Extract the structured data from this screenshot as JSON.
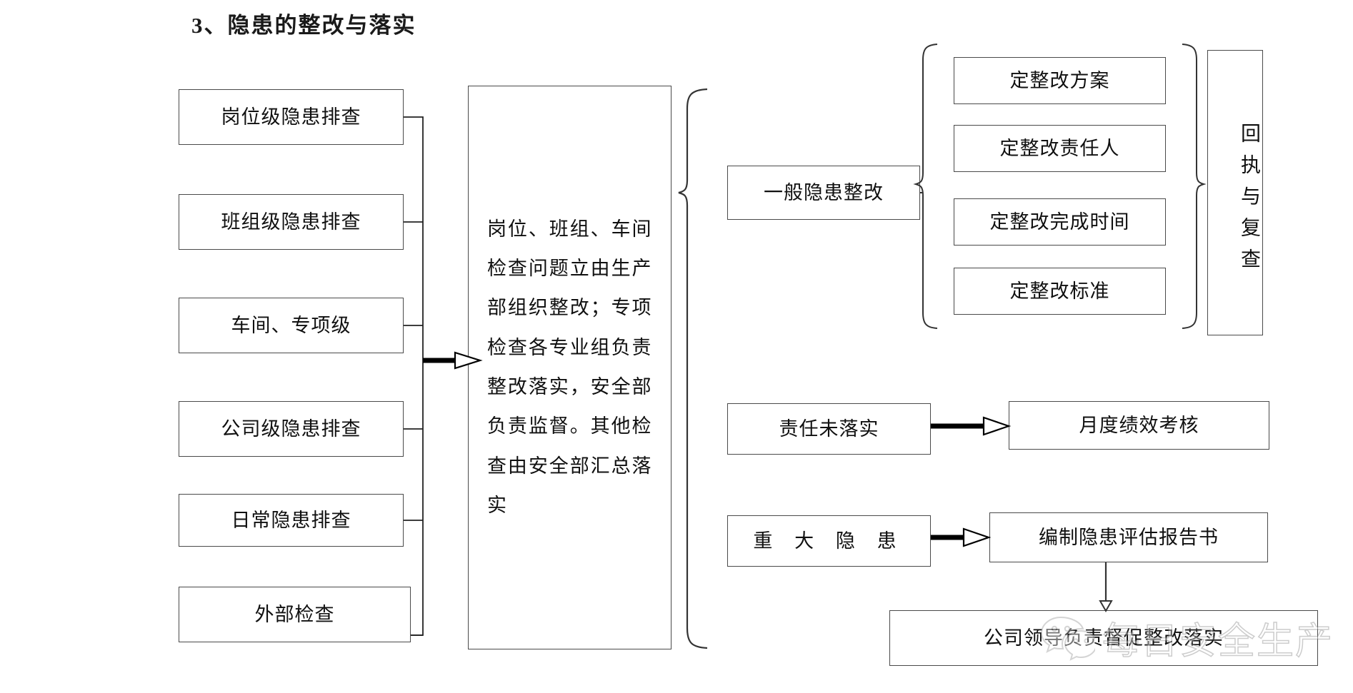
{
  "page": {
    "title": "3、隐患的整改与落实"
  },
  "left_column": {
    "items": [
      {
        "label": "岗位级隐患排查"
      },
      {
        "label": "班组级隐患排查"
      },
      {
        "label": "车间、专项级"
      },
      {
        "label": "公司级隐患排查"
      },
      {
        "label": "日常隐患排查"
      },
      {
        "label": "外部检查"
      }
    ]
  },
  "center": {
    "text": "岗位、班组、车间检查问题立由生产部组织整改；专项检查各专业组负责整改落实，安全部负责监督。其他检查由安全部汇总落实"
  },
  "branches": {
    "general": {
      "label": "一般隐患整改",
      "sub_items": [
        {
          "label": "定整改方案"
        },
        {
          "label": "定整改责任人"
        },
        {
          "label": "定整改完成时间"
        },
        {
          "label": "定整改标准"
        }
      ],
      "result": {
        "label": "回执与复查"
      }
    },
    "unfulfilled": {
      "source": {
        "label": "责任未落实"
      },
      "target": {
        "label": "月度绩效考核"
      }
    },
    "major": {
      "source": {
        "label": "重 大 隐 患"
      },
      "target": {
        "label": "编制隐患评估报告书"
      },
      "followup": {
        "label": "公司领导负责督促整改落实"
      }
    }
  },
  "watermark": {
    "text": "每日安全生产",
    "logo": "wechat-icon"
  },
  "colors": {
    "border": "#4a4a4a",
    "text": "#101010",
    "arrow": "#000000",
    "background": "#ffffff"
  }
}
